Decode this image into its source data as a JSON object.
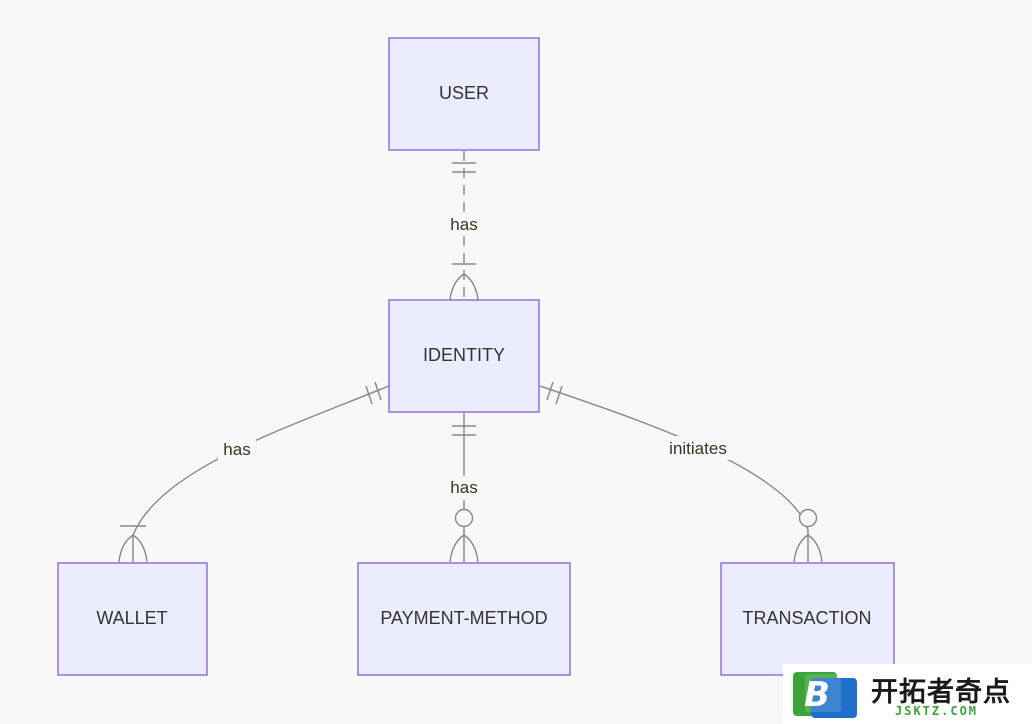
{
  "diagram": {
    "entities": {
      "user": "USER",
      "identity": "IDENTITY",
      "wallet": "WALLET",
      "payment_method": "PAYMENT-METHOD",
      "transaction": "TRANSACTION"
    },
    "relationships": {
      "user_identity": "has",
      "identity_wallet": "has",
      "identity_payment_method": "has",
      "identity_transaction": "initiates"
    }
  },
  "watermark": {
    "logo_letter": "B",
    "text_cn": "开拓者奇点",
    "text_en": "JSKTZ.COM"
  },
  "colors": {
    "background": "#f9f7f8",
    "entity_fill": "#ececff",
    "entity_border": "#9370db",
    "line": "#888888",
    "watermark_green": "#3aa43a",
    "watermark_blue": "#1e6fc8"
  }
}
